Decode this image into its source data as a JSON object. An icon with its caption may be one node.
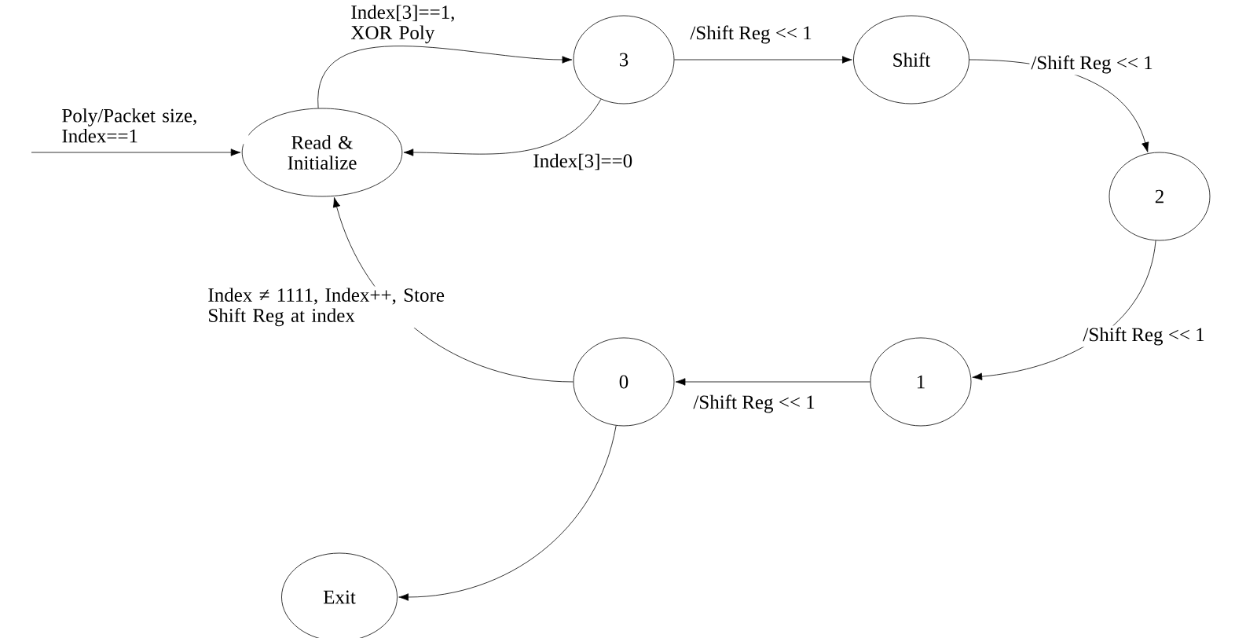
{
  "diagram": {
    "nodes": [
      {
        "text": [
          "Read & Initialize"
        ]
      },
      {
        "text": [
          "3"
        ]
      },
      {
        "text": [
          "Shift"
        ]
      },
      {
        "text": [
          "2"
        ]
      },
      {
        "text": [
          "1"
        ]
      },
      {
        "text": [
          "0"
        ]
      },
      {
        "text": [
          "Exit"
        ]
      }
    ],
    "edges": [
      {
        "from": null,
        "to": 0,
        "arrow": "to",
        "label": "Poly/Packet size, Index==1"
      },
      {
        "from": 0,
        "to": 1,
        "arrow": "to",
        "label": "Index[3]==1, XOR Poly"
      },
      {
        "from": 1,
        "to": 0,
        "arrow": "to",
        "label": "Index[3]==0"
      },
      {
        "from": 1,
        "to": 2,
        "arrow": "to",
        "label": "/Shift Reg << 1"
      },
      {
        "from": 2,
        "to": 3,
        "arrow": "to",
        "label": "/Shift Reg << 1"
      },
      {
        "from": 3,
        "to": 4,
        "arrow": "to",
        "label": "/Shift Reg << 1"
      },
      {
        "from": 4,
        "to": 5,
        "arrow": "to",
        "label": "/Shift Reg << 1"
      },
      {
        "from": 5,
        "to": 0,
        "arrow": "to",
        "label": "Index ≠ 1111, Index++, Store Shift Reg at index"
      },
      {
        "from": 5,
        "to": 6,
        "arrow": "to"
      }
    ]
  }
}
